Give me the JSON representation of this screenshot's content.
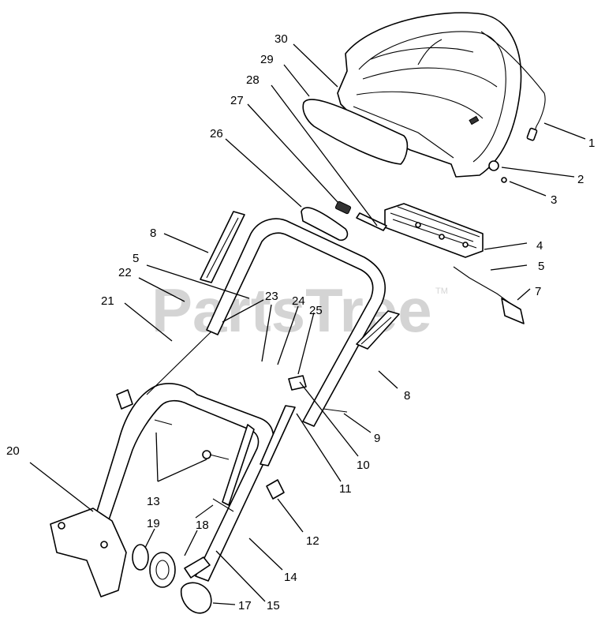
{
  "watermark": {
    "text": "PartsTree",
    "trademark": "TM"
  },
  "callouts": {
    "c1": "1",
    "c2": "2",
    "c3": "3",
    "c4": "4",
    "c5a": "5",
    "c5b": "5",
    "c7": "7",
    "c8a": "8",
    "c8b": "8",
    "c9": "9",
    "c10": "10",
    "c11": "11",
    "c12": "12",
    "c13": "13",
    "c14": "14",
    "c15": "15",
    "c17": "17",
    "c18": "18",
    "c19": "19",
    "c20": "20",
    "c21": "21",
    "c22": "22",
    "c23": "23",
    "c24": "24",
    "c25": "25",
    "c26": "26",
    "c27": "27",
    "c28": "28",
    "c29": "29",
    "c30": "30"
  }
}
